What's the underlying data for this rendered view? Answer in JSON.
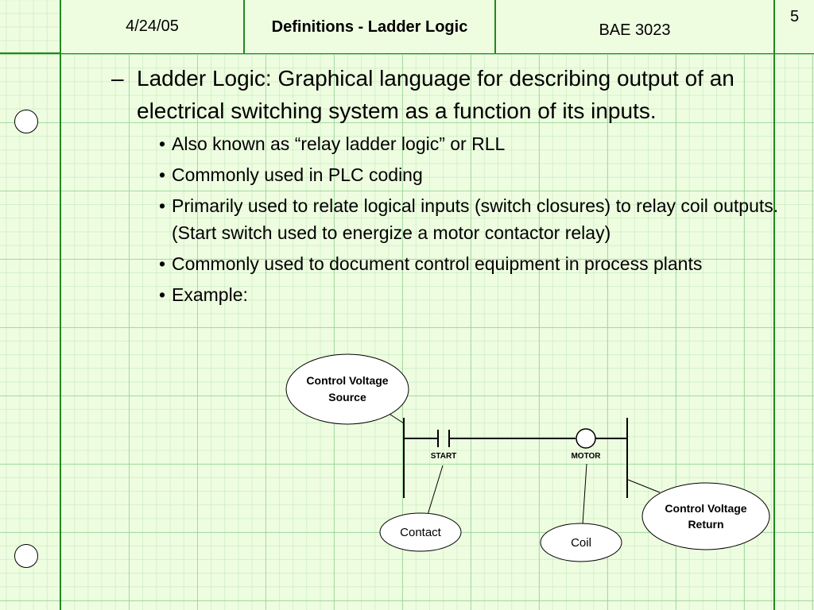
{
  "header": {
    "date": "4/24/05",
    "title": "Definitions - Ladder Logic",
    "course": "BAE 3023",
    "page_number": "5"
  },
  "content": {
    "main_bullet": "Ladder Logic: Graphical language for describing output of an electrical switching system as a function of its inputs.",
    "sub_bullets": [
      "Also known as “relay ladder logic” or RLL",
      "Commonly used in PLC coding",
      "Primarily used to relate logical inputs (switch closures) to relay coil outputs.  (Start switch used to energize a motor contactor relay)",
      "Commonly used to document control equipment in process plants",
      "Example:"
    ]
  },
  "diagram": {
    "source_label_line1": "Control Voltage",
    "source_label_line2": "Source",
    "return_label_line1": "Control Voltage",
    "return_label_line2": "Return",
    "start_label": "START",
    "motor_label": "MOTOR",
    "contact_label": "Contact",
    "coil_label": "Coil"
  },
  "colors": {
    "background": "#eefde0",
    "grid_major": "#96d296",
    "divider": "#1f8a1f"
  }
}
